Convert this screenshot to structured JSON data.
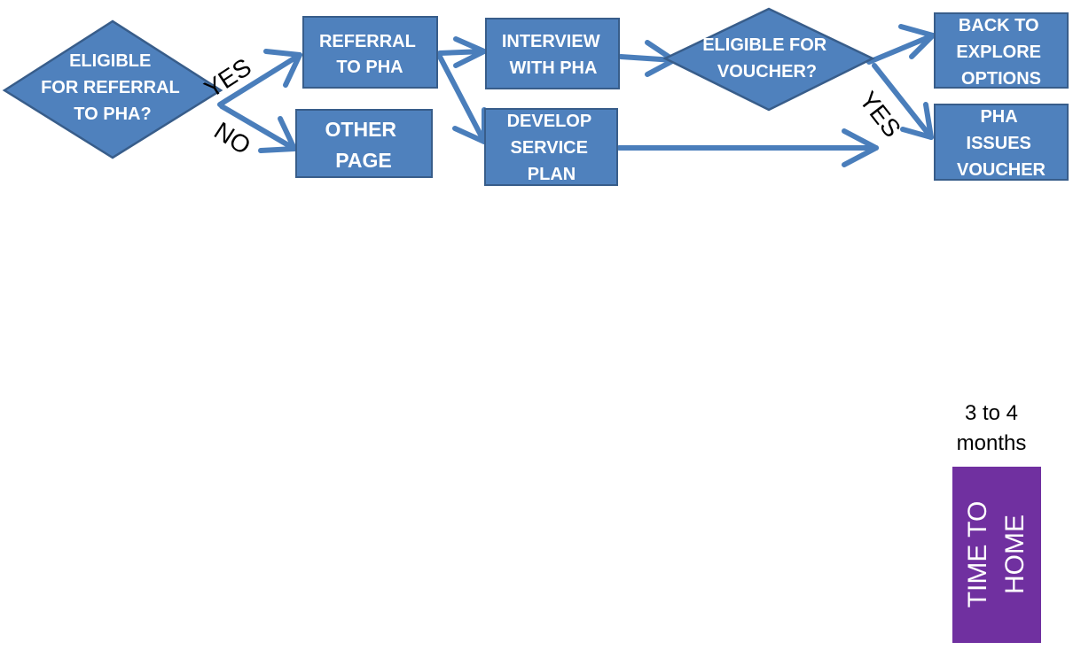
{
  "colors": {
    "node_fill": "#4f81bd",
    "node_stroke": "#385d8a",
    "arrow": "#4a7ebb",
    "time_box": "#7030a0"
  },
  "nodes": {
    "eligible_referral": [
      "ELIGIBLE",
      "FOR REFERRAL",
      "TO PHA?"
    ],
    "referral_to_pha": [
      "REFERRAL",
      "TO PHA"
    ],
    "other_page": [
      "OTHER",
      "PAGE"
    ],
    "interview_with_pha": [
      "INTERVIEW",
      "WITH PHA"
    ],
    "develop_service_plan": [
      "DEVELOP",
      "SERVICE",
      "PLAN"
    ],
    "eligible_voucher": [
      "ELIGIBLE FOR",
      "VOUCHER?"
    ],
    "back_to_explore": [
      "BACK TO",
      "EXPLORE",
      "OPTIONS"
    ],
    "pha_issues_voucher": [
      "PHA",
      "ISSUES",
      "VOUCHER"
    ]
  },
  "labels": {
    "yes_referral": "YES",
    "no_referral": "NO",
    "yes_voucher": "YES"
  },
  "timeline": {
    "duration": [
      "3 to 4",
      "months"
    ],
    "bar_label": [
      "TIME TO",
      "HOME"
    ]
  }
}
